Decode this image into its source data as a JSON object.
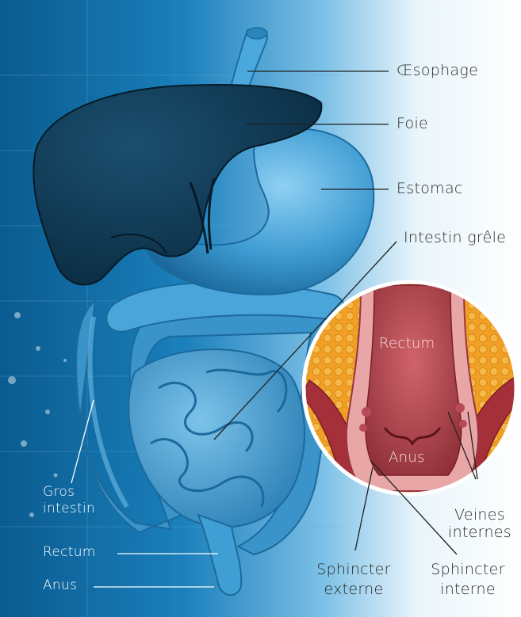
{
  "labels": {
    "oesophage": "Œsophage",
    "foie": "Foie",
    "estomac": "Estomac",
    "intestin_grele": "Intestin grêle",
    "gros_intestin_line1": "Gros",
    "gros_intestin_line2": "intestin",
    "rectum_left": "Rectum",
    "anus_left": "Anus",
    "rectum_inset": "Rectum",
    "anus_inset": "Anus",
    "veines_line1": "Veines",
    "veines_line2": "internes",
    "sphincter_ext_line1": "Sphincter",
    "sphincter_ext_line2": "externe",
    "sphincter_int_line1": "Sphincter",
    "sphincter_int_line2": "interne"
  },
  "colors": {
    "background_blue": "#0d6fa8",
    "organ_blue": "#3f9ed4",
    "liver_dark": "#0e3a55",
    "rectum_red": "#b5454c",
    "fat_yellow": "#f2a12a",
    "line_color": "#222222"
  }
}
